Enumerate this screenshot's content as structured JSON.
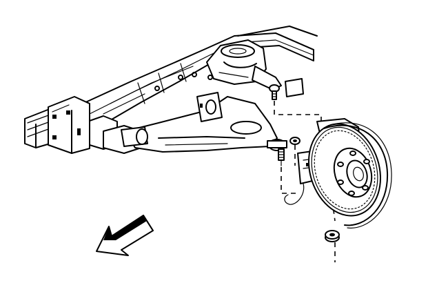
{
  "figure": {
    "subject_icons": [
      "vehicle-frame-rail",
      "lower-control-arm",
      "upper-control-arm",
      "upper-ball-joint",
      "lower-ball-joint",
      "steering-knuckle",
      "brake-rotor",
      "wheel-hub-studs",
      "retaining-nut",
      "direction-arrow"
    ],
    "line_color": "#000000",
    "background_color": "#ffffff",
    "leader_style": "dashed"
  }
}
